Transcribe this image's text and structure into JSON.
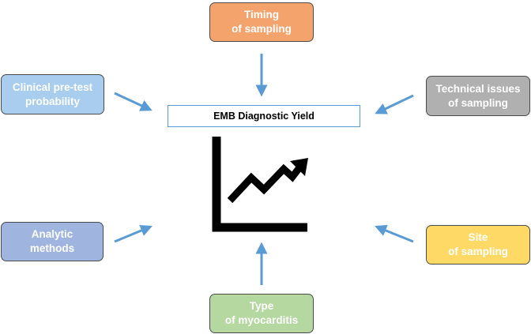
{
  "center": {
    "title": "EMB Diagnostic Yield"
  },
  "factors": {
    "timing": {
      "label": "Timing\nof sampling",
      "color": "#f4a36c"
    },
    "clinical": {
      "label": "Clinical pre-test\nprobability",
      "color": "#a9cdef"
    },
    "technical": {
      "label": "Technical issues\nof sampling",
      "color": "#b0b0b0"
    },
    "analytic": {
      "label": "Analytic\nmethods",
      "color": "#9fb5e0"
    },
    "site": {
      "label": "Site\nof sampling",
      "color": "#ffd966"
    },
    "type": {
      "label": "Type\nof myocarditis",
      "color": "#b5d7a0"
    }
  },
  "colors": {
    "arrow": "#5b9bd5",
    "icon": "#000000"
  },
  "icons": {
    "center": "trending-up-chart-icon"
  }
}
